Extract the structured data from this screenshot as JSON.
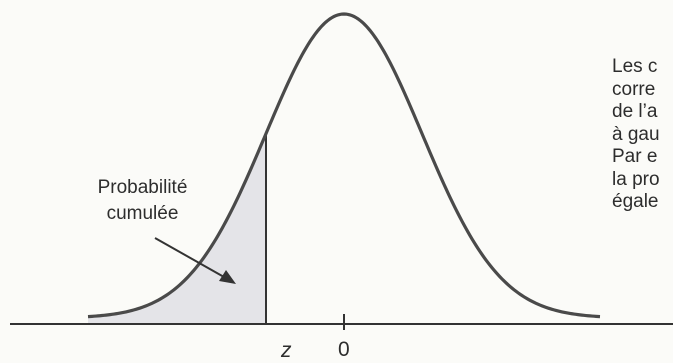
{
  "figure": {
    "callout_line1": "Probabilité",
    "callout_line2": "cumulée",
    "z_label": "z",
    "zero_label": "0",
    "side_text": [
      "Les c",
      "corre",
      "de l’a",
      "à gau",
      "Par e",
      "la pro",
      "égale"
    ]
  },
  "colors": {
    "curve": "#4a4a4a",
    "shade": "#e4e4e8",
    "axis": "#333333",
    "background": "#fbfbf8"
  }
}
